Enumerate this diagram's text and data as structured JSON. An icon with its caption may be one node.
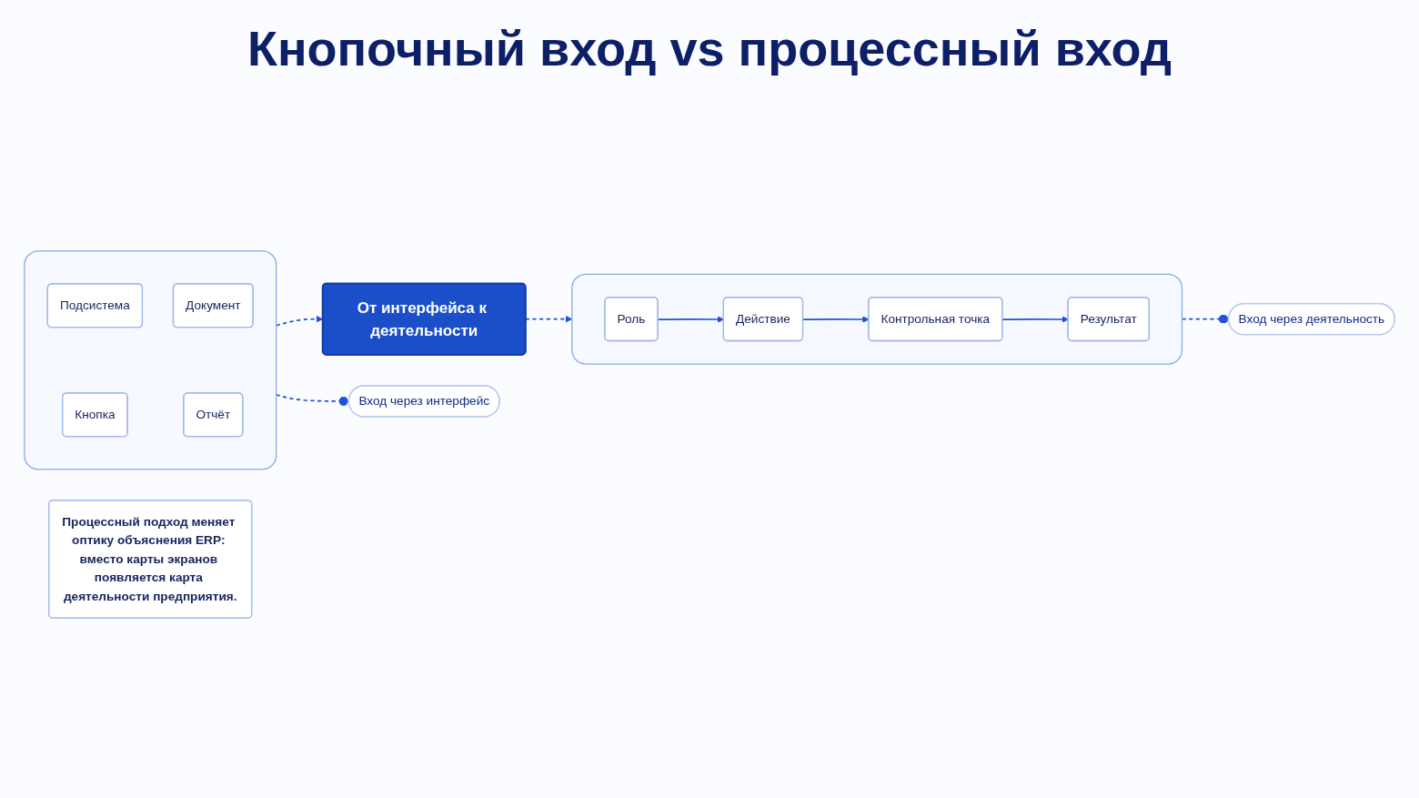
{
  "diagram": {
    "title": "Кнопочный вход vs процессный вход",
    "nodes": [
      {
        "text": [],
        "shape": "box"
      },
      {
        "text": [
          "Подсистема"
        ],
        "in": 0
      },
      {
        "text": [
          "Документ"
        ],
        "in": 0
      },
      {
        "text": [
          "Кнопка"
        ],
        "in": 0
      },
      {
        "text": [
          "Отчёт"
        ],
        "in": 0
      },
      {
        "text": [
          "От интерфейса к деятельности"
        ]
      },
      {
        "text": [],
        "shape": "box"
      },
      {
        "text": [
          "Роль"
        ],
        "in": 6
      },
      {
        "text": [
          "Действие"
        ],
        "in": 6
      },
      {
        "text": [
          "Контрольная точка"
        ],
        "in": 6
      },
      {
        "text": [
          "Результат"
        ],
        "in": 6
      },
      {
        "text": [
          "Вход через интерфейс"
        ]
      },
      {
        "text": [
          "Вход через деятельность"
        ]
      },
      {
        "text": [
          "Процессный подход меняет оптику объяснения ERP: вместо карты экранов появляется карта деятельности предприятия."
        ]
      }
    ],
    "edges": [
      {
        "from": 0,
        "to": 5,
        "arrow": "to",
        "style": "dashed"
      },
      {
        "from": 5,
        "to": 6,
        "arrow": "to",
        "style": "dashed"
      },
      {
        "from": 7,
        "to": 8,
        "arrow": "to"
      },
      {
        "from": 8,
        "to": 9,
        "arrow": "to"
      },
      {
        "from": 9,
        "to": 10,
        "arrow": "to"
      },
      {
        "from": 0,
        "to": 11,
        "arrow": "other",
        "style": "dashed"
      },
      {
        "from": 6,
        "to": 12,
        "arrow": "other",
        "style": "dashed"
      }
    ]
  }
}
